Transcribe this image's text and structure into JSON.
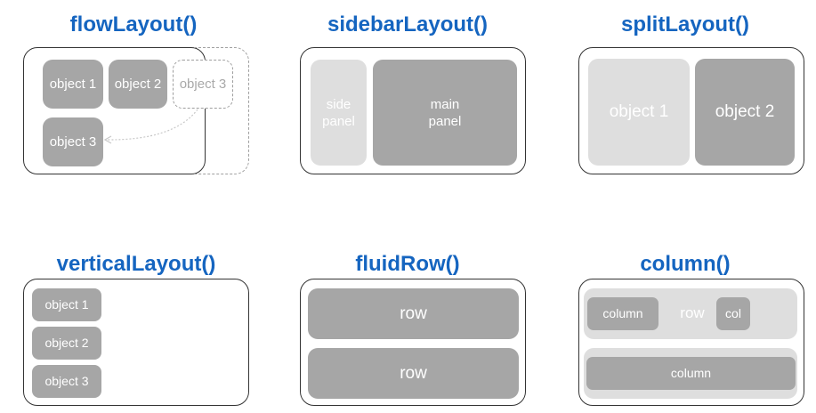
{
  "flow": {
    "title": "flowLayout()",
    "object1": "object 1",
    "object2": "object 2",
    "object3_ghost": "object 3",
    "object3": "object 3"
  },
  "sidebar": {
    "title": "sidebarLayout()",
    "side_line1": "side",
    "side_line2": "panel",
    "main_line1": "main",
    "main_line2": "panel"
  },
  "split": {
    "title": "splitLayout()",
    "object1": "object 1",
    "object2": "object 2"
  },
  "vertical": {
    "title": "verticalLayout()",
    "object1": "object 1",
    "object2": "object 2",
    "object3": "object 3"
  },
  "fluid": {
    "title": "fluidRow()",
    "row1": "row",
    "row2": "row"
  },
  "column": {
    "title": "column()",
    "column1": "column",
    "row_label": "row",
    "col": "col",
    "column2": "column"
  },
  "colors": {
    "title": "#1565c0",
    "box": "#a6a6a6",
    "box_light": "#dedede",
    "frame": "#333333"
  }
}
